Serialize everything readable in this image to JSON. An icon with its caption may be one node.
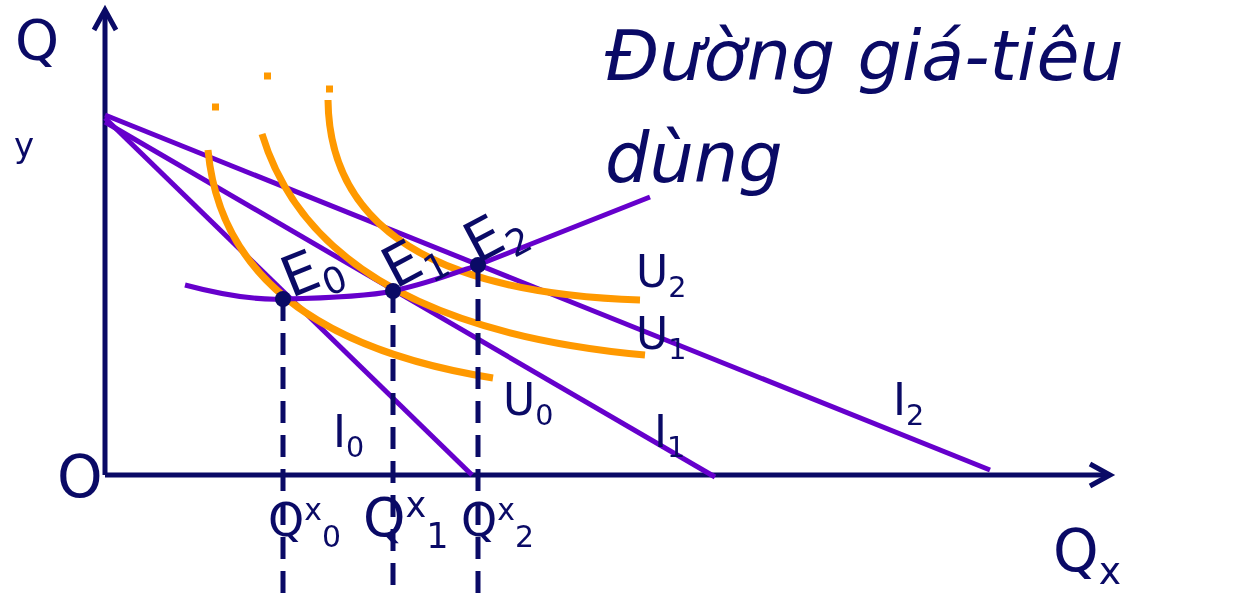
{
  "diagram": {
    "title": "Đường giá-tiêu dùng",
    "labels": [
      "Q",
      "y",
      "O",
      "Q$_{x}$",
      "E$_{0}$",
      "E$_{1}$",
      "E$_{2}$",
      "U$_{2}$",
      "U$_{1}$",
      "U$_{0}$",
      "I$_{0}$",
      "I$_{1}$",
      "I$_{2}$",
      "Q$^{x}$$_{0}$",
      "Q$^{x}$$_{1}$",
      "Q$^{x}$$_{2}$"
    ]
  }
}
